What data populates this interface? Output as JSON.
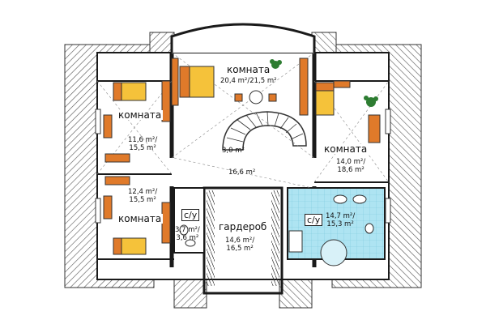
{
  "rooms": {
    "top_bedroom": {
      "name": "комната",
      "area_a": "20,4 m²/",
      "area_b": "21,5 m²"
    },
    "left_upper_bedroom": {
      "name": "комната",
      "area_a": "11,6 m²/",
      "area_b": "15,5 m²"
    },
    "left_lower_bedroom": {
      "name": "комната",
      "area_a": "12,4 m²/",
      "area_b": "15,5 m²"
    },
    "right_bedroom": {
      "name": "комната",
      "area_a": "14,0 m²/",
      "area_b": "18,6 m²"
    },
    "hall": {
      "area": "16,6 m²"
    },
    "stair": {
      "area": "3,0 m²"
    },
    "wardrobe": {
      "name": "гардероб",
      "area_a": "14,6 m²/",
      "area_b": "16,5 m²"
    },
    "left_wc": {
      "name": "с/у",
      "area_a": "3,7 m²/",
      "area_b": "3,6 m²"
    },
    "right_wc": {
      "name": "с/у",
      "area_a": "14,7 m²/",
      "area_b": "15,3 m²"
    }
  },
  "colors": {
    "roof": "#555555",
    "wall": "#1a1a1a",
    "furniture_orange": "#e07a2a",
    "bed_yellow": "#f5c23a",
    "tile_blue": "#aee4f2",
    "plant_green": "#2e7d32"
  }
}
